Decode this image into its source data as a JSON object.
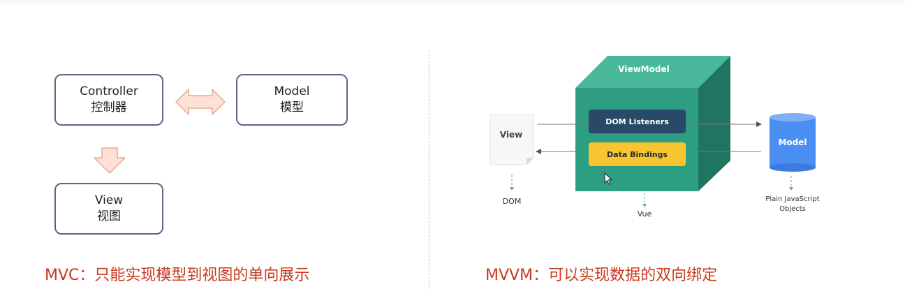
{
  "mvc": {
    "controller": {
      "en": "Controller",
      "zh": "控制器"
    },
    "model": {
      "en": "Model",
      "zh": "模型"
    },
    "view": {
      "en": "View",
      "zh": "视图"
    },
    "caption": "MVC：只能实现模型到视图的单向展示"
  },
  "mvvm": {
    "viewmodel_label": "ViewModel",
    "dom_listeners": "DOM Listeners",
    "data_bindings": "Data Bindings",
    "view_label": "View",
    "model_label": "Model",
    "dom_label": "DOM",
    "vue_label": "Vue",
    "plain_js_label": "Plain JavaScript Objects",
    "caption": "MVVM：可以实现数据的双向绑定"
  },
  "colors": {
    "box_border": "#6a5d86",
    "arrow_fill": "#fde1d6",
    "arrow_stroke": "#e8a894",
    "cube_front": "#2e9e82",
    "cube_top": "#4ab89b",
    "cube_side": "#1f7560",
    "dom_listeners_bg": "#284a68",
    "data_bindings_bg": "#f7c52f",
    "model_cylinder": "#4a8ef1",
    "caption": "#c8391c"
  }
}
